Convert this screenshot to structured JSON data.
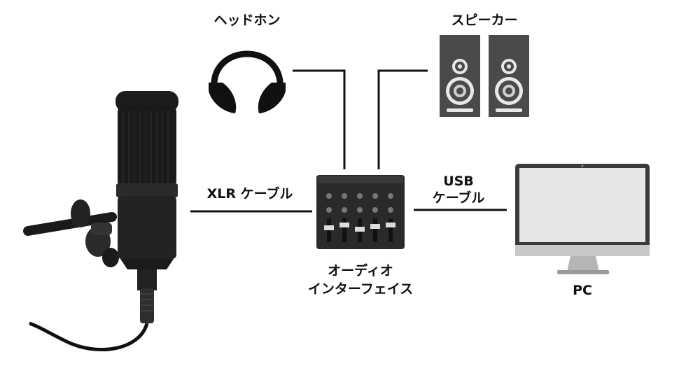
{
  "labels": {
    "headphones": "ヘッドホン",
    "speakers": "スピーカー",
    "xlr_cable": "XLR ケーブル",
    "usb_cable_line1": "USB",
    "usb_cable_line2": "ケーブル",
    "interface_line1": "オーディオ",
    "interface_line2": "インターフェイス",
    "pc": "PC"
  }
}
